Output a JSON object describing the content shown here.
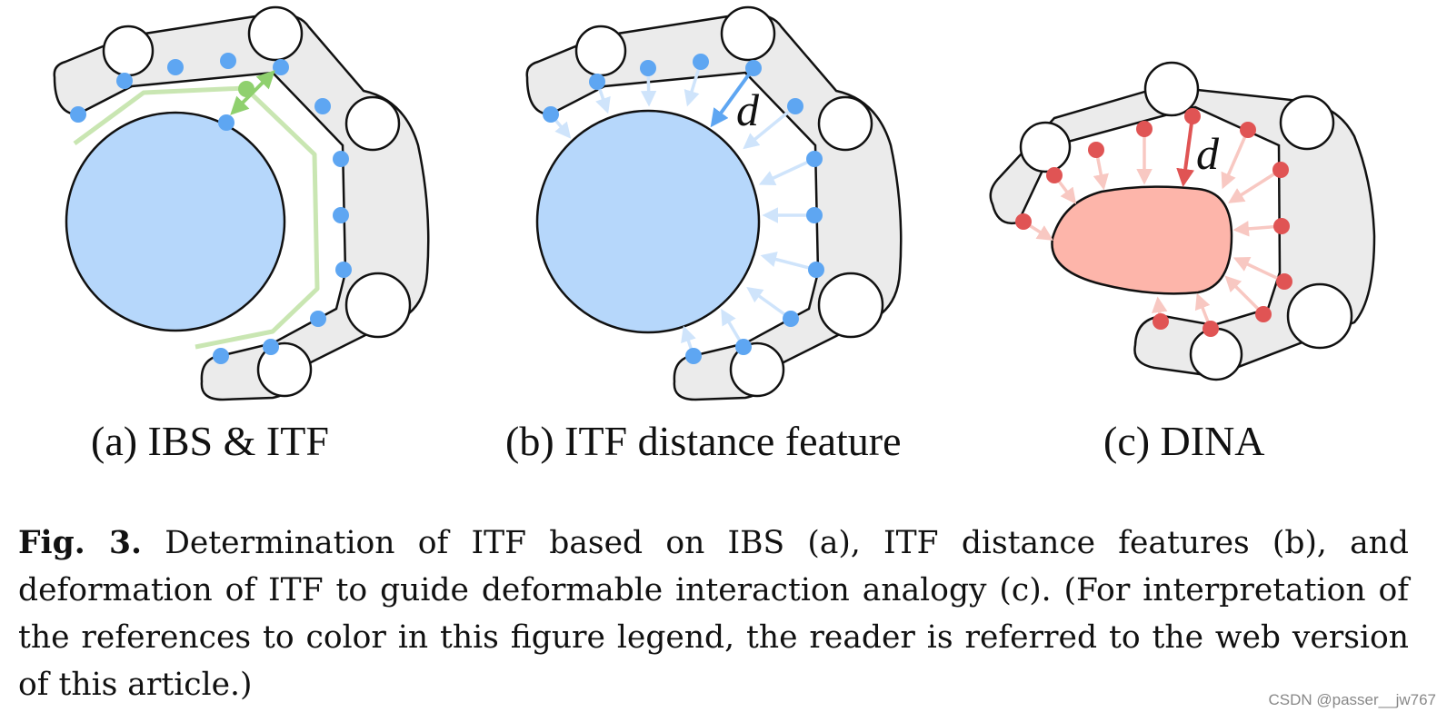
{
  "panels": [
    {
      "label": "(a) IBS & ITF",
      "palette": "blue"
    },
    {
      "label": "(b) ITF distance feature",
      "palette": "blue",
      "distance_symbol": "d"
    },
    {
      "label": "(c) DINA",
      "palette": "red",
      "distance_symbol": "d"
    }
  ],
  "caption": {
    "label": "Fig. 3.",
    "text": "Determination of ITF based on IBS (a), ITF distance features (b), and deformation of ITF to guide deformable interaction analogy (c). (For interpretation of the references to color in this figure legend, the reader is referred to the web version of this article.)"
  },
  "watermark": "CSDN @passer__jw767",
  "colors": {
    "hand_fill": "#ebebeb",
    "object_blue": "#b6d7fb",
    "object_red": "#fdb5aa",
    "point_blue": "#5ea6f2",
    "point_red": "#e05454",
    "ibs_green": "#c9e6b2",
    "green_point": "#8fd06e"
  }
}
